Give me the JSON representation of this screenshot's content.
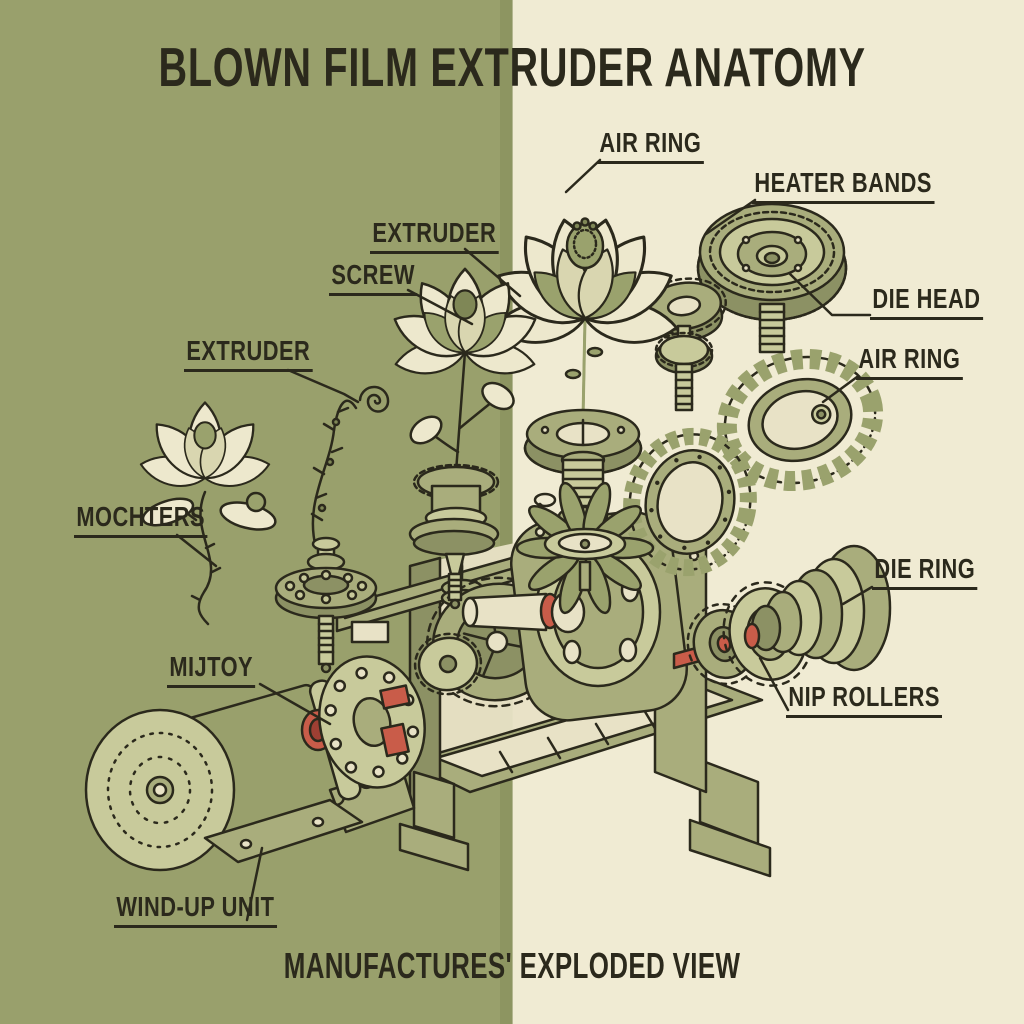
{
  "poster": {
    "title": "BLOWN FILM EXTRUDER ANATOMY",
    "caption": "MANUFACTURES' EXPLODED VIEW"
  },
  "labels": [
    {
      "id": "air-ring-top",
      "text": "AIR RING"
    },
    {
      "id": "heater-bands",
      "text": "HEATER BANDS"
    },
    {
      "id": "extruder-center",
      "text": "EXTRUDER"
    },
    {
      "id": "screw",
      "text": "SCREW"
    },
    {
      "id": "die-head",
      "text": "DIE HEAD"
    },
    {
      "id": "air-ring-right",
      "text": "AIR RING"
    },
    {
      "id": "extruder-left",
      "text": "EXTRUDER"
    },
    {
      "id": "mochters",
      "text": "MOCHTERS"
    },
    {
      "id": "die-ring",
      "text": "DIE RING"
    },
    {
      "id": "mijtoy",
      "text": "MIJTOY"
    },
    {
      "id": "nip-rollers",
      "text": "NIP ROLLERS"
    },
    {
      "id": "wind-up-unit",
      "text": "WIND-UP UNIT"
    }
  ],
  "illustration_parts": [
    "lotus-flower-air-ring",
    "gear-ring",
    "threaded-column",
    "leaf-rosette-base",
    "knurled-heater-band-wheel",
    "threaded-stud",
    "small-knurled-gear-bolt",
    "leaf-fringed-ring-large",
    "leaf-fringed-ring-small",
    "die-ring-cone-stack",
    "nip-roller-gears",
    "red-drive-shaft",
    "main-frame",
    "end-plate",
    "drive-gear",
    "drive-chain",
    "electric-motor",
    "coupling-flanges",
    "rose-flower",
    "thorny-stem-spiral",
    "tall-rose-in-gear-vase",
    "bolted-flange-disc"
  ],
  "palette": {
    "ink": "#2b291c",
    "bg-olive": "#99a06c",
    "bg-olive-dark": "#848c5a",
    "bg-cream": "#f0ebd3",
    "part-olive": "#a9ad7c",
    "part-olive-dark": "#8c9164",
    "part-olive-light": "#c8ca9b",
    "cream-shade": "#e8e2c6",
    "petal": "#ede8cd",
    "petal-shade": "#d9d6b0",
    "leaf": "#9aa26d",
    "leaf-dark": "#7f8756",
    "red": "#c95c49",
    "red-dark": "#9e3f33"
  }
}
